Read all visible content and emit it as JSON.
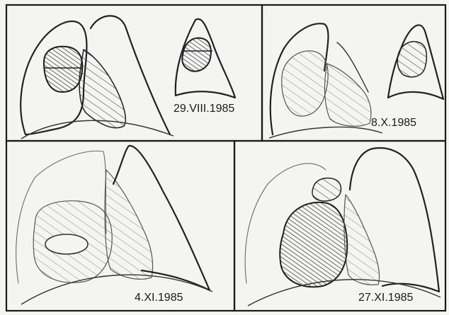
{
  "panels": [
    {
      "id": "panel-1",
      "date": "29.VIII.1985"
    },
    {
      "id": "panel-2",
      "date": "8.X.1985"
    },
    {
      "id": "panel-3",
      "date": "4.XI.1985"
    },
    {
      "id": "panel-4",
      "date": "27.XI.1985"
    }
  ],
  "colors": {
    "ink": "#1a1a1a",
    "paper": "#f4f4f2"
  }
}
